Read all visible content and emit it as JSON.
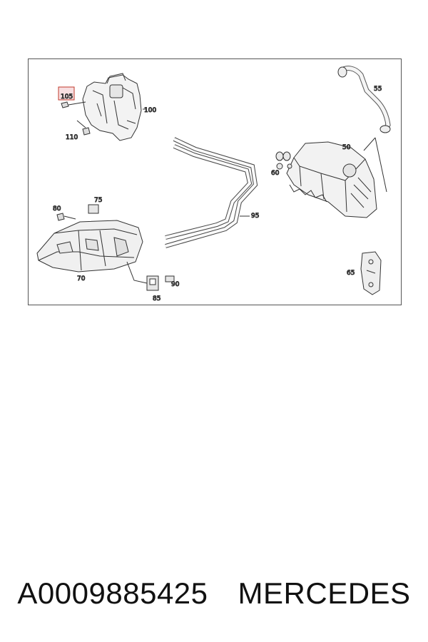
{
  "diagram": {
    "labels": {
      "p105": "105",
      "p100": "100",
      "p110": "110",
      "p55": "55",
      "p50": "50",
      "p60": "60",
      "p75": "75",
      "p80": "80",
      "p95": "95",
      "p70": "70",
      "p65": "65",
      "p90": "90",
      "p85": "85"
    },
    "highlight_color": "#e8a3a8"
  },
  "caption": {
    "part_number": "A0009885425",
    "brand": "MERCEDES"
  }
}
